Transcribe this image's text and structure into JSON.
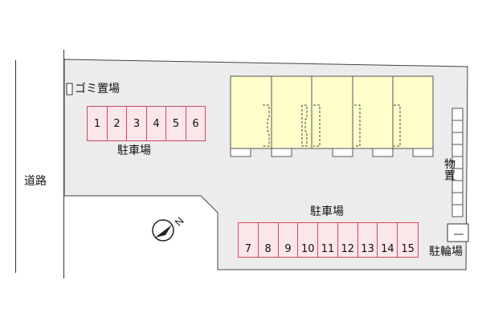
{
  "road": {
    "label": "道路"
  },
  "garbage": {
    "label": "ゴミ置場"
  },
  "parking_top": {
    "label": "駐車場",
    "slots": [
      "1",
      "2",
      "3",
      "4",
      "5",
      "6"
    ]
  },
  "parking_bottom": {
    "label": "駐車場",
    "slots": [
      "7",
      "8",
      "9",
      "10",
      "11",
      "12",
      "13",
      "14",
      "15"
    ]
  },
  "storage": {
    "label": "物置"
  },
  "bicycle": {
    "label": "駐輪場"
  },
  "compass": {
    "north_label": "N"
  },
  "colors": {
    "site": "#ececec",
    "building": "#ffffcc",
    "parking_fill": "#fbe6ea",
    "parking_border": "#d24a5e"
  }
}
